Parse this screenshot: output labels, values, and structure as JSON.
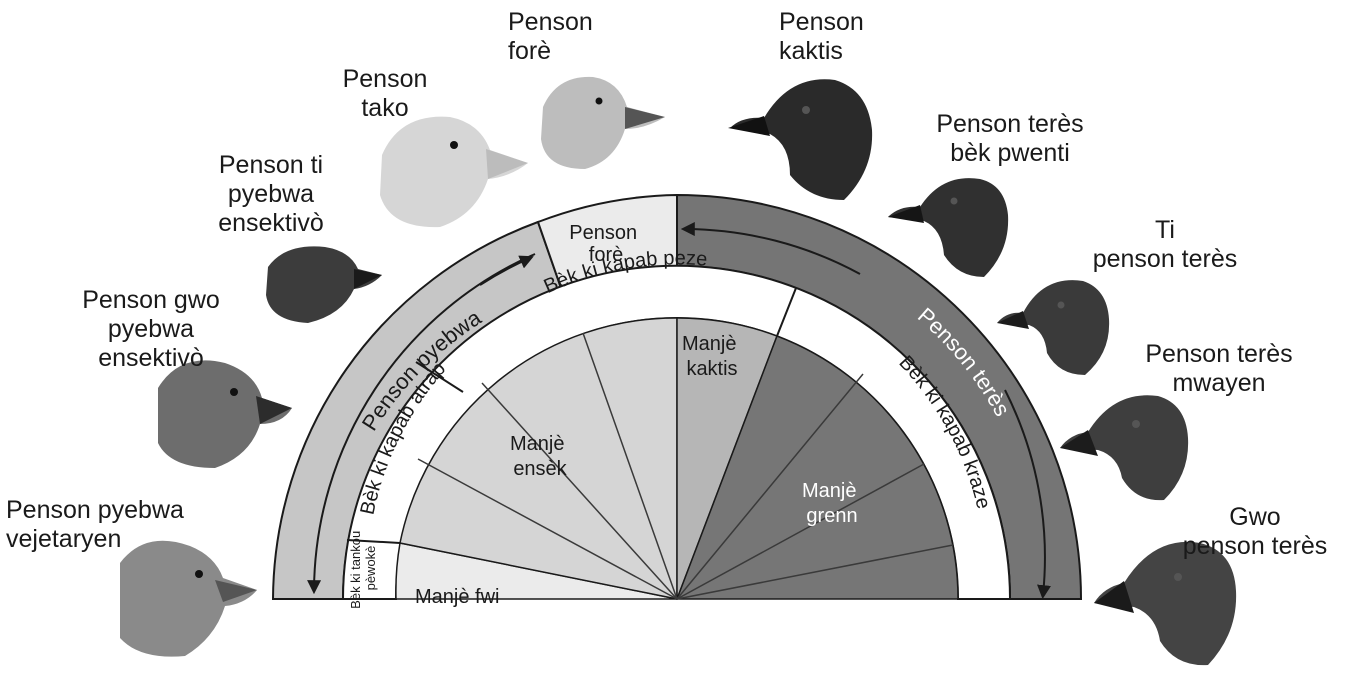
{
  "birds": [
    {
      "id": "vejetaryen",
      "lines": [
        "Penson pyebwa",
        "vejetaryen"
      ]
    },
    {
      "id": "gwo-pyebwa",
      "lines": [
        "Penson gwo",
        "pyebwa",
        "ensektivò"
      ]
    },
    {
      "id": "ti-pyebwa",
      "lines": [
        "Penson ti",
        "pyebwa",
        "ensektivò"
      ]
    },
    {
      "id": "tako",
      "lines": [
        "Penson",
        "tako"
      ]
    },
    {
      "id": "fore",
      "lines": [
        "Penson",
        "forè"
      ]
    },
    {
      "id": "kaktis",
      "lines": [
        "Penson",
        "kaktis"
      ]
    },
    {
      "id": "bek-pwenti",
      "lines": [
        "Penson terès",
        "bèk pwenti"
      ]
    },
    {
      "id": "ti-teres",
      "lines": [
        "Ti",
        "penson terès"
      ]
    },
    {
      "id": "mwayen",
      "lines": [
        "Penson terès",
        "mwayen"
      ]
    },
    {
      "id": "gwo-teres",
      "lines": [
        "Gwo",
        "penson terès"
      ]
    }
  ],
  "outer_ring": {
    "left": "Penson pyebwa",
    "top": [
      "Penson",
      "forè"
    ],
    "right": "Penson terès"
  },
  "beak_ring": {
    "probing": [
      "Bèk ki tankou",
      "pèwokè"
    ],
    "grasping": "Bèk ki kapab atrap",
    "weighing": "Bèk ki kapab peze",
    "crushing": "Bèk ki kapab kraze"
  },
  "diet": {
    "fruit": "Manjè fwi",
    "insects": [
      "Manjè",
      "ensèk"
    ],
    "cactus": [
      "Manjè",
      "kaktis"
    ],
    "seeds": [
      "Manjè",
      "grenn"
    ]
  },
  "colors": {
    "outer_ring": "#c6c6c6",
    "right_ring": "#757575",
    "insect_sector": "#d5d5d5",
    "fruit_sector": "#ebebeb",
    "cactus_sector": "#b6b6b6",
    "seed_sector": "#767676",
    "line": "#1a1a1a"
  }
}
